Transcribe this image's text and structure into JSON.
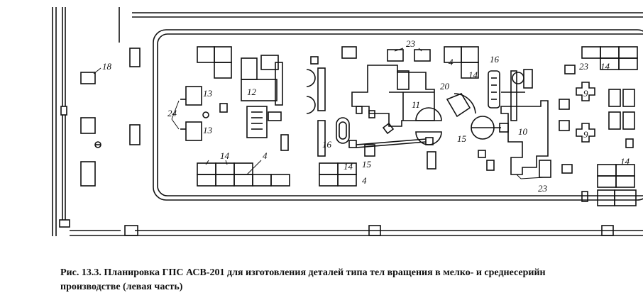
{
  "figure": {
    "caption_line1": "Рис. 13.3. Планировка ГПС АСВ-201 для изготовления деталей типа тел вращения в мелко- и среднесерийн",
    "caption_line2": "производстве (левая часть)"
  },
  "labels": [
    "18",
    "13",
    "13",
    "24",
    "12",
    "14",
    "4",
    "23",
    "4",
    "14",
    "16",
    "20",
    "11",
    "16",
    "15",
    "15",
    "10",
    "23",
    "14",
    "9",
    "9",
    "14",
    "14",
    "4",
    "23"
  ]
}
